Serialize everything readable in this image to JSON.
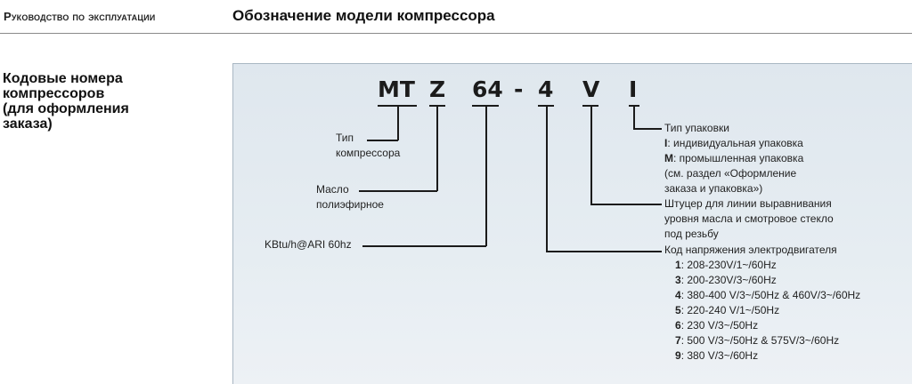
{
  "header": {
    "section": "Руководство по эксплуатации",
    "title": "Обозначение модели компрессора"
  },
  "side": {
    "title_lines": [
      "Кодовые номера",
      "компрессоров",
      "(для оформления",
      "заказа)"
    ]
  },
  "code": {
    "parts": [
      "MT",
      "Z",
      "64",
      "-",
      "4",
      "V",
      "I"
    ]
  },
  "labels": {
    "compressor_type": [
      "Тип",
      "компрессора"
    ],
    "oil": [
      "Масло",
      "полиэфирное"
    ],
    "capacity": "KBtu/h@ARI 60hz",
    "packaging": {
      "title": "Тип упаковки",
      "i_key": "I",
      "i_text": ": индивидуальная упаковка",
      "m_key": "M",
      "m_text": ": промышленная упаковка",
      "note_1": "(см. раздел «Оформление",
      "note_2": "заказа и упаковка»)"
    },
    "oil_line": [
      "Штуцер для линии выравнивания",
      "уровня масла и смотровое стекло",
      "под резьбу"
    ],
    "voltage": {
      "title": "Код напряжения электродвигателя",
      "items": [
        {
          "key": "1",
          "text": ": 208-230V/1~/60Hz"
        },
        {
          "key": "3",
          "text": ": 200-230V/3~/60Hz"
        },
        {
          "key": "4",
          "text": ": 380-400 V/3~/50Hz & 460V/3~/60Hz"
        },
        {
          "key": "5",
          "text": ": 220-240 V/1~/50Hz"
        },
        {
          "key": "6",
          "text": ": 230 V/3~/50Hz"
        },
        {
          "key": "7",
          "text": ": 500 V/3~/50Hz & 575V/3~/60Hz"
        },
        {
          "key": "9",
          "text": ": 380 V/3~/60Hz"
        }
      ]
    }
  }
}
